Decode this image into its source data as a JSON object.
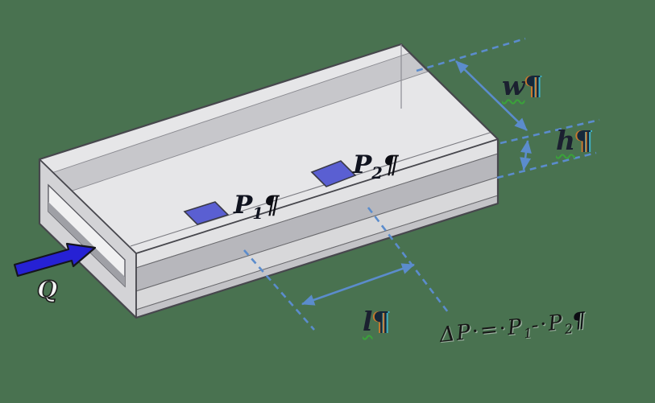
{
  "colors": {
    "background": "#497250",
    "dimension_blue": "#5b8ccc",
    "flow_arrow_blue": "#2621d4",
    "sensor_blue": "#5a5fd2",
    "box_edge": "#47474d",
    "squiggle_green": "#3aa23a"
  },
  "labels": {
    "flow": {
      "symbol": "Q"
    },
    "p1": {
      "base": "P",
      "sub": "1",
      "mark": "¶"
    },
    "p2": {
      "base": "P",
      "sub": "2",
      "mark": "¶"
    },
    "width": {
      "symbol": "w",
      "mark": "¶"
    },
    "height": {
      "symbol": "h",
      "mark": "¶"
    },
    "length": {
      "symbol": "l",
      "mark": "¶"
    }
  },
  "equation": {
    "lhs": "ΔP",
    "dot1": "·",
    "equals": "=",
    "dot2": "·",
    "p1base": "P",
    "p1sub": "1",
    "minus": "-",
    "dot3": "·",
    "p2base": "P",
    "p2sub": "2",
    "mark": "¶"
  }
}
